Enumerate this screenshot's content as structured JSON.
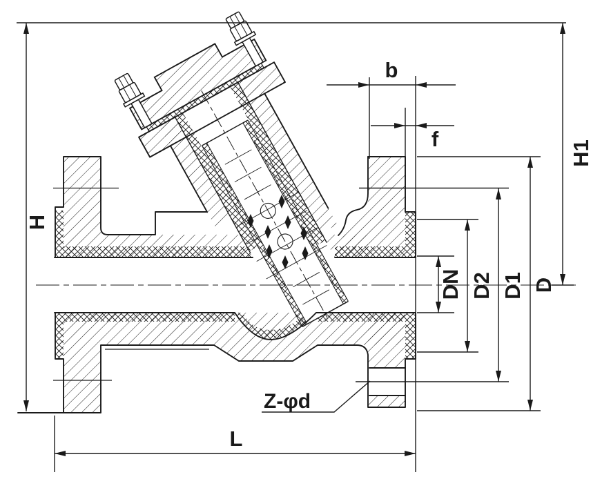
{
  "drawing": {
    "kind": "sectional engineering drawing of a Y-type strainer valve",
    "background": "#ffffff",
    "line_color": "#1a1a1a"
  },
  "labels": {
    "h": "H",
    "h1": "H1",
    "b": "b",
    "f": "f",
    "dn": "DN",
    "d2": "D2",
    "d1": "D1",
    "d": "D",
    "l": "L",
    "bolt_holes": "Z-φd"
  }
}
